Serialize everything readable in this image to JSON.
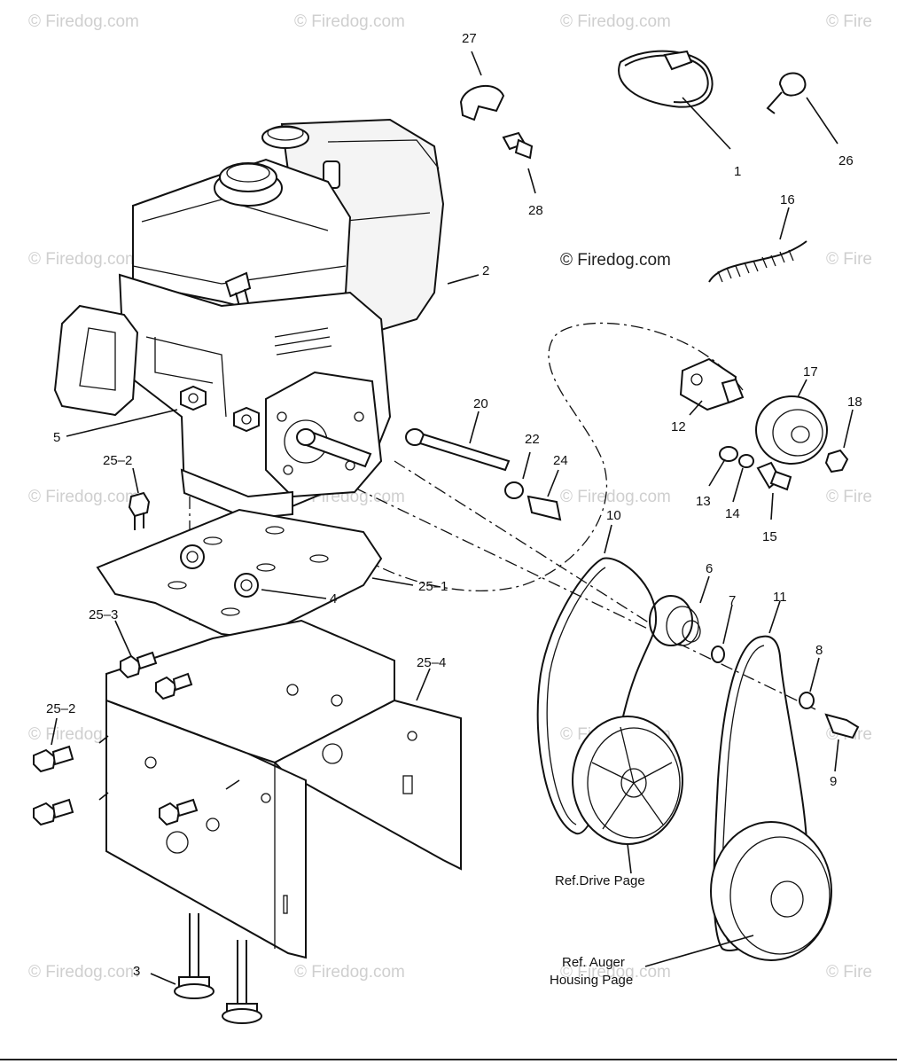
{
  "watermark": "© Firedog.com",
  "watermark_partial": "© Fire",
  "copyright": "© Firedog.com",
  "callouts": {
    "c1": "1",
    "c2": "2",
    "c3": "3",
    "c4": "4",
    "c5": "5",
    "c6": "6",
    "c7": "7",
    "c8": "8",
    "c9": "9",
    "c10": "10",
    "c11": "11",
    "c12": "12",
    "c13": "13",
    "c14": "14",
    "c15": "15",
    "c16": "16",
    "c17": "17",
    "c18": "18",
    "c20": "20",
    "c22": "22",
    "c24": "24",
    "c25_1": "25–1",
    "c25_2a": "25–2",
    "c25_2b": "25–2",
    "c25_3": "25–3",
    "c25_4": "25–4",
    "c26": "26",
    "c27": "27",
    "c28": "28"
  },
  "refs": {
    "drive": "Ref.Drive Page",
    "auger_line1": "Ref. Auger",
    "auger_line2": "Housing Page"
  }
}
